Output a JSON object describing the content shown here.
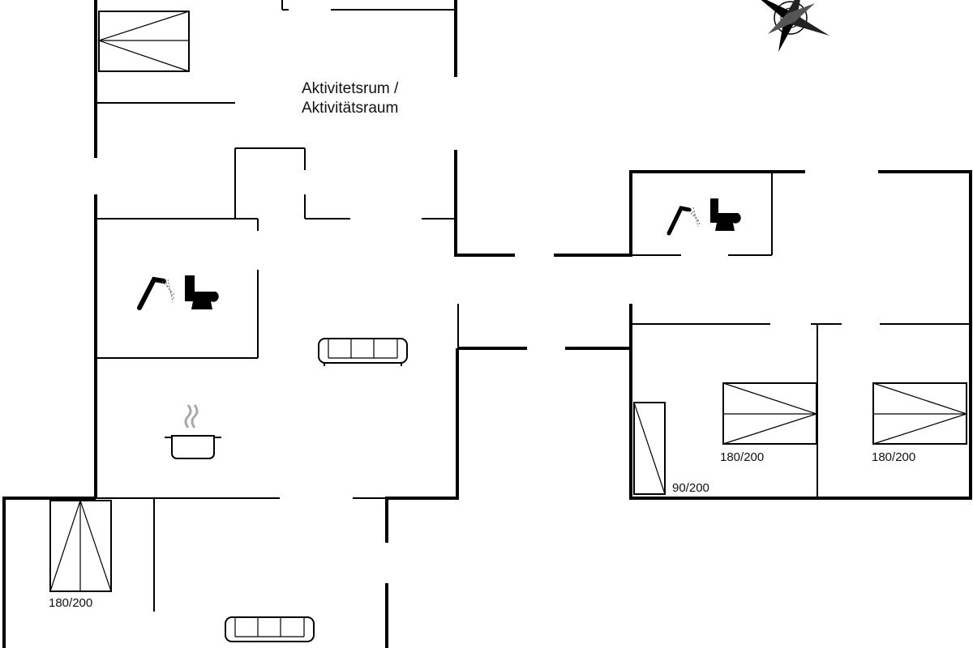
{
  "rooms": {
    "activity_room_line1": "Aktivitetsrum /",
    "activity_room_line2": "Aktivitätsraum"
  },
  "beds": {
    "bed_right_1": "180/200",
    "bed_right_2": "180/200",
    "bed_single": "90/200",
    "bed_bottom_left": "180/200"
  },
  "icons": [
    "compass-rose-icon",
    "shower-icon",
    "toilet-icon",
    "sofa-icon",
    "cooking-pot-icon",
    "bed-icon"
  ]
}
